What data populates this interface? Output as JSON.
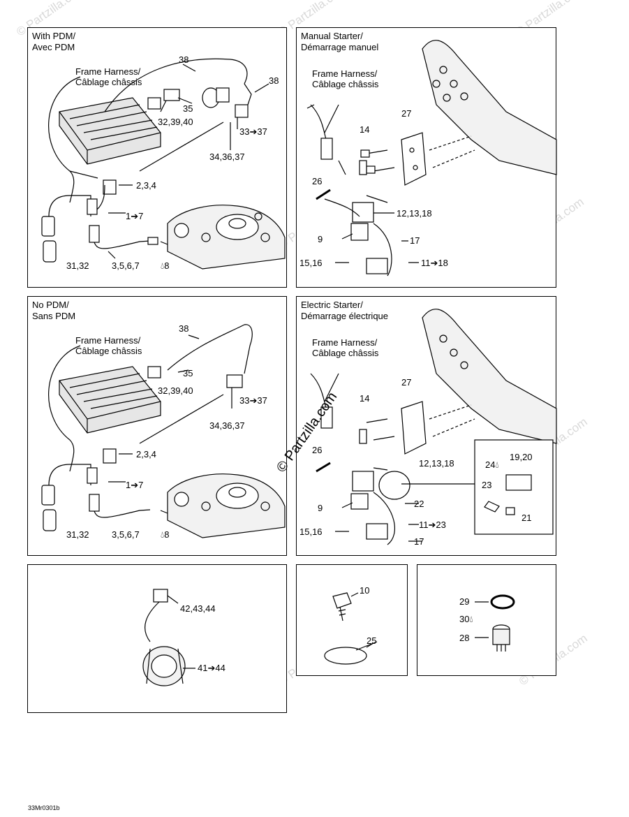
{
  "watermark": "© Partzilla.com",
  "reference_code": "33Mr0301b",
  "panels": {
    "with_pdm": {
      "title_line1": "With PDM/",
      "title_line2": "Avec PDM",
      "harness_line1": "Frame Harness/",
      "harness_line2": "Câblage châssis",
      "callouts": [
        "38",
        "38",
        "35",
        "32,39,40",
        "33➔37",
        "34,36,37",
        "2,3,4",
        "1➔7",
        "31,32",
        "3,5,6,7",
        "8"
      ]
    },
    "manual_starter": {
      "title_line1": "Manual Starter/",
      "title_line2": "Démarrage manuel",
      "harness_line1": "Frame Harness/",
      "harness_line2": "Câblage châssis",
      "callouts": [
        "27",
        "14",
        "26",
        "12,13,18",
        "9",
        "17",
        "15,16",
        "11➔18"
      ]
    },
    "no_pdm": {
      "title_line1": "No PDM/",
      "title_line2": "Sans PDM",
      "harness_line1": "Frame Harness/",
      "harness_line2": "Câblage châssis",
      "callouts": [
        "38",
        "35",
        "32,39,40",
        "33➔37",
        "34,36,37",
        "2,3,4",
        "1➔7",
        "31,32",
        "3,5,6,7",
        "8"
      ]
    },
    "electric_starter": {
      "title_line1": "Electric Starter/",
      "title_line2": "Démarrage électrique",
      "harness_line1": "Frame Harness/",
      "harness_line2": "Câblage châssis",
      "callouts": [
        "27",
        "14",
        "26",
        "12,13,18",
        "9",
        "22",
        "15,16",
        "11➔23",
        "17",
        "24",
        "19,20",
        "23",
        "21"
      ]
    },
    "sensor": {
      "callouts": [
        "42,43,44",
        "41➔44"
      ]
    },
    "fasteners": {
      "callouts": [
        "10",
        "25"
      ]
    },
    "plug": {
      "callouts": [
        "29",
        "30",
        "28"
      ]
    }
  },
  "drop_icon": "drop-icon"
}
